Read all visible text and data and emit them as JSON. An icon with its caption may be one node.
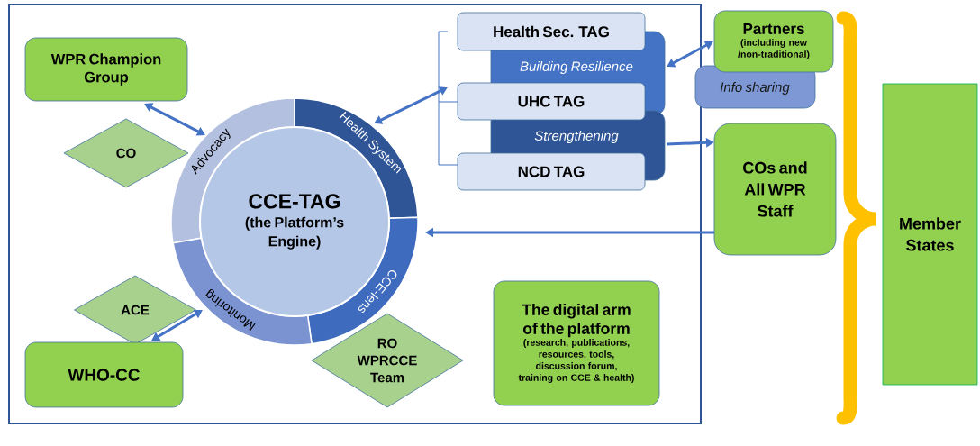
{
  "diagram": {
    "nodes": [
      {
        "text": [],
        "shape": "box"
      },
      {
        "text": [
          "WPR Champion Group"
        ],
        "in": 0
      },
      {
        "text": [
          "CO"
        ],
        "in": 0
      },
      {
        "text": [
          "Advocacy"
        ],
        "in": 0
      },
      {
        "text": [
          "Health System"
        ],
        "in": 0
      },
      {
        "text": [
          "CCE-lens"
        ],
        "in": 0
      },
      {
        "text": [
          "Monitoring"
        ],
        "in": 0
      },
      {
        "text": [
          "CCE-TAG",
          "(the Platform’s Engine)"
        ],
        "in": 0
      },
      {
        "text": [
          "ACE"
        ],
        "in": 0
      },
      {
        "text": [
          "WHO-CC"
        ],
        "in": 0
      },
      {
        "text": [
          "RO WPRCCE Team"
        ],
        "in": 0
      },
      {
        "text": [
          "The digital arm of the platform",
          "(research, publications, resources, tools, discussion forum, training on CCE & health)"
        ],
        "in": 0
      },
      {
        "text": [
          "Health Sec. TAG"
        ],
        "in": 0
      },
      {
        "text": [
          "Building Resilience"
        ],
        "in": 0
      },
      {
        "text": [
          "UHC TAG"
        ],
        "in": 0
      },
      {
        "text": [
          "Strengthening"
        ],
        "in": 0
      },
      {
        "text": [
          "NCD TAG"
        ],
        "in": 0
      },
      {
        "text": [
          "Partners",
          "(including new /non-traditional)"
        ]
      },
      {
        "text": [
          "Info sharing"
        ]
      },
      {
        "text": [
          "COs and All WPR Staff"
        ]
      },
      {
        "text": [
          "Member States"
        ]
      }
    ],
    "edges": [
      {
        "from": 1,
        "to": 3,
        "arrow": "both"
      },
      {
        "from": 4,
        "to": 14,
        "arrow": "both"
      },
      {
        "from": 15,
        "to": 19,
        "arrow": "to"
      },
      {
        "from": 19,
        "to": 5,
        "arrow": "to"
      },
      {
        "from": 6,
        "to": 9,
        "arrow": "both"
      },
      {
        "from": 13,
        "to": 17,
        "arrow": "both"
      }
    ]
  }
}
